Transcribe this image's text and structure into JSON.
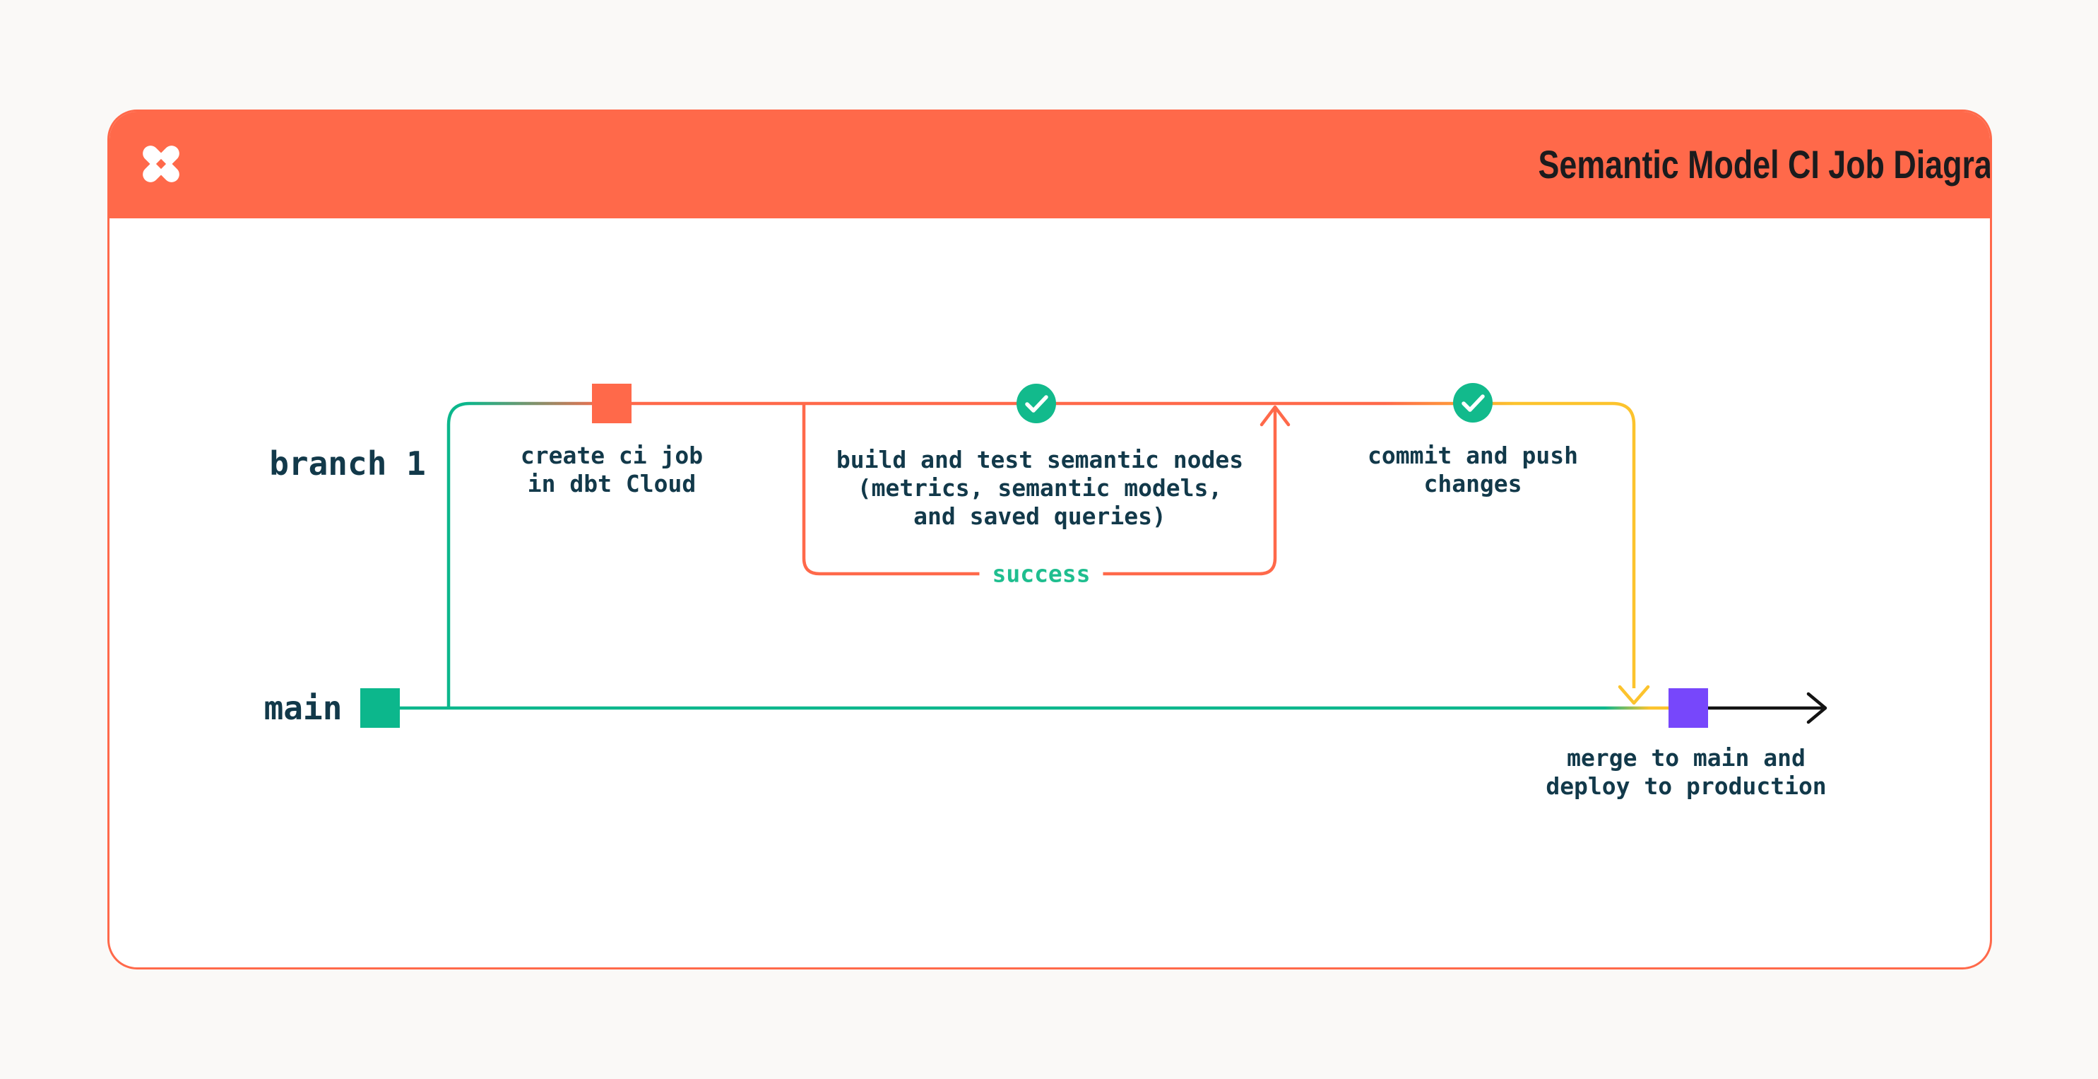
{
  "header": {
    "title": "Semantic Model CI Job Diagram",
    "logo": "dbt-logo"
  },
  "lanes": {
    "branch": "branch 1",
    "main": "main"
  },
  "steps": {
    "create_ci": "create ci job\nin dbt Cloud",
    "build_test": "build and test semantic nodes\n(metrics, semantic models,\nand saved queries)",
    "success": "success",
    "commit_push": "commit and push\nchanges",
    "merge_deploy": "merge to main and\ndeploy to production"
  },
  "colors": {
    "orange": "#FF694A",
    "green": "#0CB78C",
    "check-green": "#12BA8C",
    "success-green": "#1FBE8F",
    "yellow": "#FCC32D",
    "purple": "#7747FB",
    "ink": "#12394A",
    "title-ink": "#1B1B1D",
    "arrow-black": "#131313",
    "page-bg": "#FAF9F7",
    "card-bg": "#FFFFFF"
  }
}
